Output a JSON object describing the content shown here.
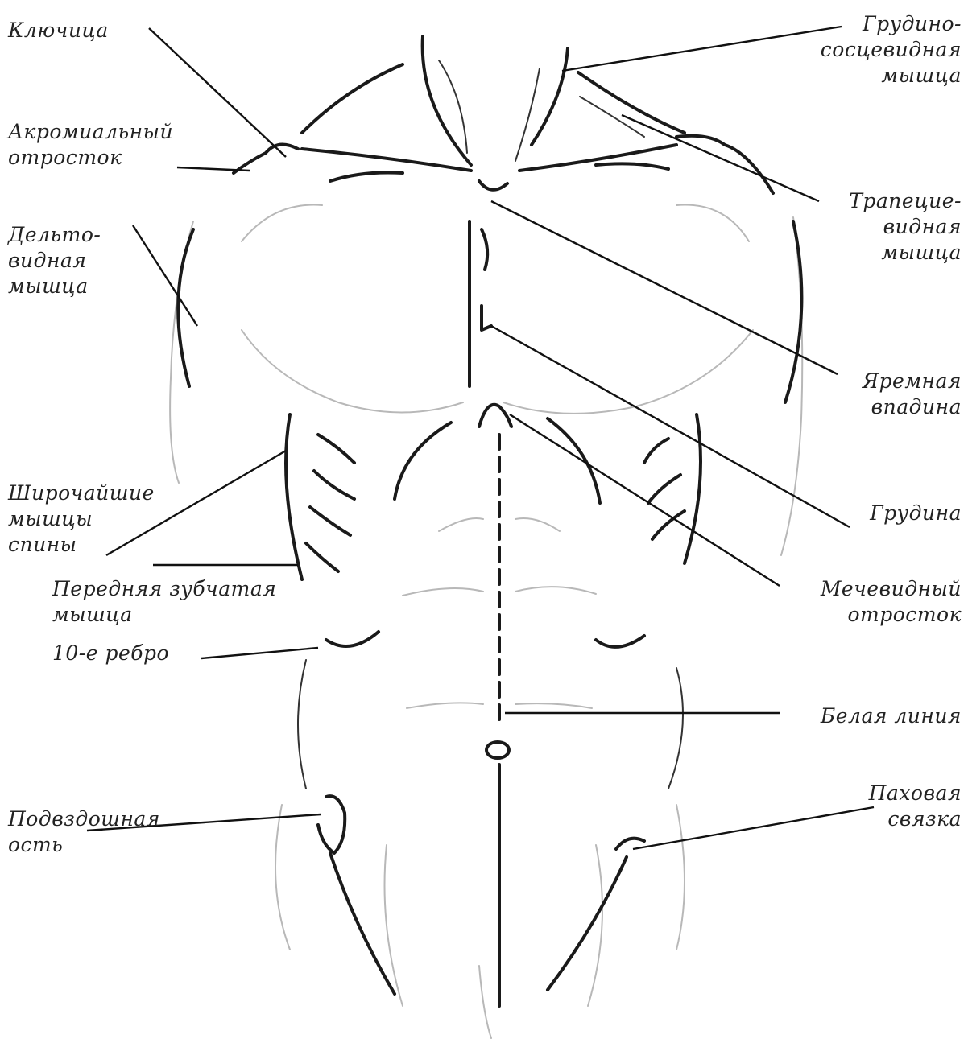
{
  "labels": {
    "klyuchitsa": [
      "Ключица"
    ],
    "akromialny": [
      "Акромиальный",
      "отросток"
    ],
    "deltovidnaya": [
      "Дельто-",
      "видная",
      "мышца"
    ],
    "shirochayshie": [
      "Широчайшие",
      "мышцы",
      "спины"
    ],
    "perednyaya": [
      "Передняя зубчатая",
      "мышца"
    ],
    "rebro": [
      "10-е ребро"
    ],
    "podvzdoshnaya": [
      "Подвздошная",
      "ость"
    ],
    "grudino": [
      "Грудино-",
      "сосцевидная",
      "мышца"
    ],
    "trapetsie": [
      "Трапецие-",
      "видная",
      "мышца"
    ],
    "yaremnaya": [
      "Яремная",
      "впадина"
    ],
    "grudina": [
      "Грудина"
    ],
    "mechevidny": [
      "Мечевидный",
      "отросток"
    ],
    "belaya": [
      "Белая линия"
    ],
    "pakhovaya": [
      "Паховая",
      "связка"
    ]
  },
  "colors": {
    "ink": "#1a1a1a",
    "text": "#222222",
    "shade": "#b8b8b8"
  }
}
